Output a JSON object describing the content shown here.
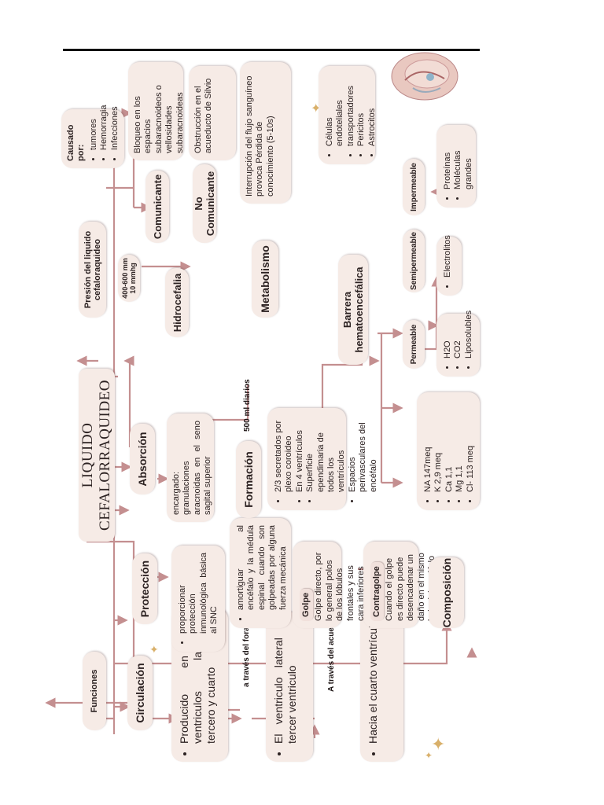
{
  "title": "LIQUIDO CEFALORRAQUIDEO",
  "functions": {
    "label": "Funciones",
    "circulacion": {
      "label": "Circulación",
      "step1": "Producido en los ventriculos laterales, tercero y cuarto",
      "via1": "a través del foramen monro",
      "step2": "El ventriculo lateral al tercer ventriculo",
      "via2": "A través del acueducto de silvio",
      "step3": "Hacia el cuarto ventrículo"
    },
    "proteccion": {
      "label": "Protección",
      "item1": "proporcionar protección inmunológica básica al SNC",
      "item2": "amortiguar al encéfalo y la médula espinal cuando son golpeadas por alguna fuerza mecánica",
      "golpe_title": "Golpe",
      "golpe_text": "Golpe directo, por lo general polos de los lóbulos frontales y sus cara inferiores",
      "contragolpe_title": "Contragolpe",
      "contragolpe_text": "Cuando el golpe es directo puede desencadenar un daño en el mismo lado del encéfalo o en el opuesto"
    },
    "absorcion": {
      "label": "Absorción",
      "text": "encargado: granulaciones aracnoidas en el seno sagital superior"
    }
  },
  "formacion": {
    "label": "Formación",
    "note": "500 ml diarios",
    "items": [
      "2/3 secretados por plexo coroideo",
      "En 4 ventrículos",
      "Superficie ependimaria de todos los ventrículos",
      "Espacios perivasculares del encéfalo"
    ]
  },
  "composicion": {
    "label": "Composición",
    "items": [
      "NA 147meq",
      "K 2,9 meq",
      "Ca 1,1",
      "Mg 1,1",
      "Cl- 113 meq"
    ]
  },
  "presion": {
    "label": "Presión del liquido cefaloraquideo",
    "value": "400-600 mm 10 mmhg",
    "causado_title": "Causado por:",
    "causas": [
      "tumores",
      "Hemorragia",
      "Infecciones"
    ]
  },
  "hidrocefalia": {
    "label": "Hidrocefalia",
    "comunicante": "Comunicante",
    "comunicante_text": "Bloqueo en los espacios subaracnoideos o vellosidades subaracnoideas",
    "no_comunicante": "No Comunicante",
    "no_comunicante_text": "Obstrucción en el acueducto de Silvio"
  },
  "metabolismo": {
    "label": "Metabolismo",
    "text": "Interrupción del flujo sanguíneo provoca Pérdida de conocimiento (5-10s)"
  },
  "barrera": {
    "label": "Barrera hematoencefálica",
    "cells": [
      "Células endoteliales",
      "transportadores",
      "Pericitos",
      "Astrocitos"
    ],
    "permeable": "Permeable",
    "permeable_items": [
      "H2O",
      "CO2",
      "Liposolubles"
    ],
    "semipermeable": "Semipermeable",
    "semipermeable_items": [
      "Electrolitos"
    ],
    "impermeable": "Impermeable",
    "impermeable_items": [
      "Proteínas",
      "Moléculas grandes"
    ]
  },
  "colors": {
    "line": "#c48f90",
    "node": "#f6ebe6",
    "text": "#2c2222",
    "accent": "#d9b06a"
  }
}
